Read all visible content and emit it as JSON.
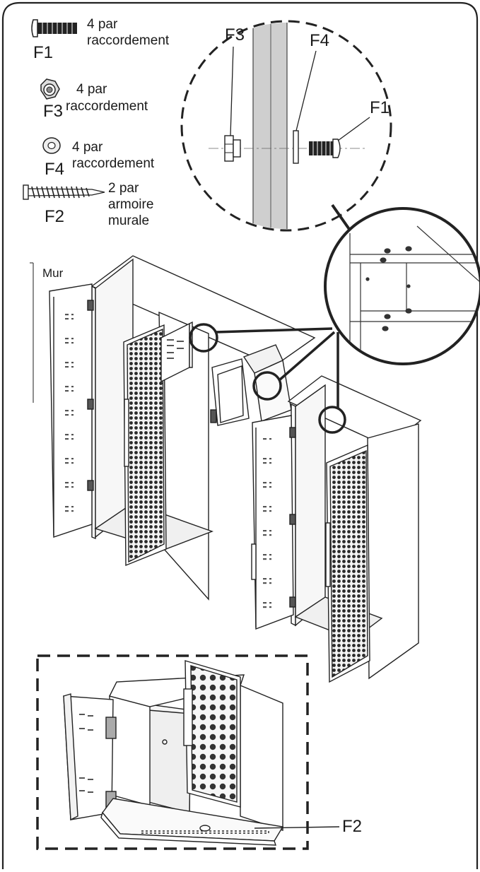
{
  "parts_legend": [
    {
      "code": "F1",
      "quantity": "4 par",
      "unit": "raccordement"
    },
    {
      "code": "F3",
      "quantity": "4 par",
      "unit": "raccordement"
    },
    {
      "code": "F4",
      "quantity": "4 par",
      "unit": "raccordement"
    },
    {
      "code": "F2",
      "quantity": "2 par",
      "unit": "armoire",
      "unit2": "murale"
    }
  ],
  "detail": {
    "label_f3": "F3",
    "label_f4": "F4",
    "label_f1": "F1"
  },
  "wall_label": "Mur",
  "bottom_detail": {
    "label_f2": "F2"
  },
  "icons": [
    "bolt-icon",
    "nut-icon",
    "washer-icon",
    "screw-icon"
  ]
}
